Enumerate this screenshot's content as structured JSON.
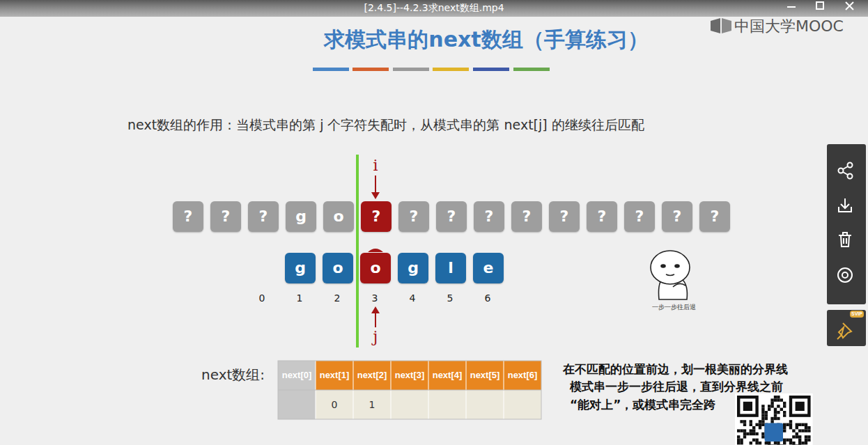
{
  "diagram": {
    "title": "求模式串的next数组（手算练习）",
    "nodes": [
      {
        "text": [
          "?"
        ]
      },
      {
        "text": [
          "?"
        ]
      },
      {
        "text": [
          "?"
        ]
      },
      {
        "text": [
          "g"
        ]
      },
      {
        "text": [
          "o"
        ]
      },
      {
        "text": [
          "?"
        ]
      },
      {
        "text": [
          "?"
        ]
      },
      {
        "text": [
          "?"
        ]
      },
      {
        "text": [
          "?"
        ]
      },
      {
        "text": [
          "?"
        ]
      },
      {
        "text": [
          "?"
        ]
      },
      {
        "text": [
          "?"
        ]
      },
      {
        "text": [
          "?"
        ]
      },
      {
        "text": [
          "?"
        ]
      },
      {
        "text": [
          "?"
        ]
      },
      {
        "text": [
          "g"
        ]
      },
      {
        "text": [
          "o"
        ]
      },
      {
        "text": [
          "o"
        ]
      },
      {
        "text": [
          "g"
        ]
      },
      {
        "text": [
          "l"
        ]
      },
      {
        "text": [
          "e"
        ]
      }
    ],
    "labels": [
      "[2.4.5]--4.2.3求next数组.mp4",
      "中国大学MOOC",
      "next数组的作用：当模式串的第 j 个字符失配时，从模式串的第 next[j] 的继续往后匹配",
      "i",
      "j",
      "0",
      "1",
      "2",
      "3",
      "4",
      "5",
      "6",
      "next数组:",
      "next[0]",
      "next[1]",
      "next[2]",
      "next[3]",
      "next[4]",
      "next[5]",
      "next[6]",
      "0",
      "1",
      "在不匹配的位置前边，划一根美丽的分界线",
      "模式串一步一步往后退，直到分界线之前",
      "“能对上”，或模式串完全跨",
      "一步一步往后退",
      "SVIP"
    ]
  }
}
